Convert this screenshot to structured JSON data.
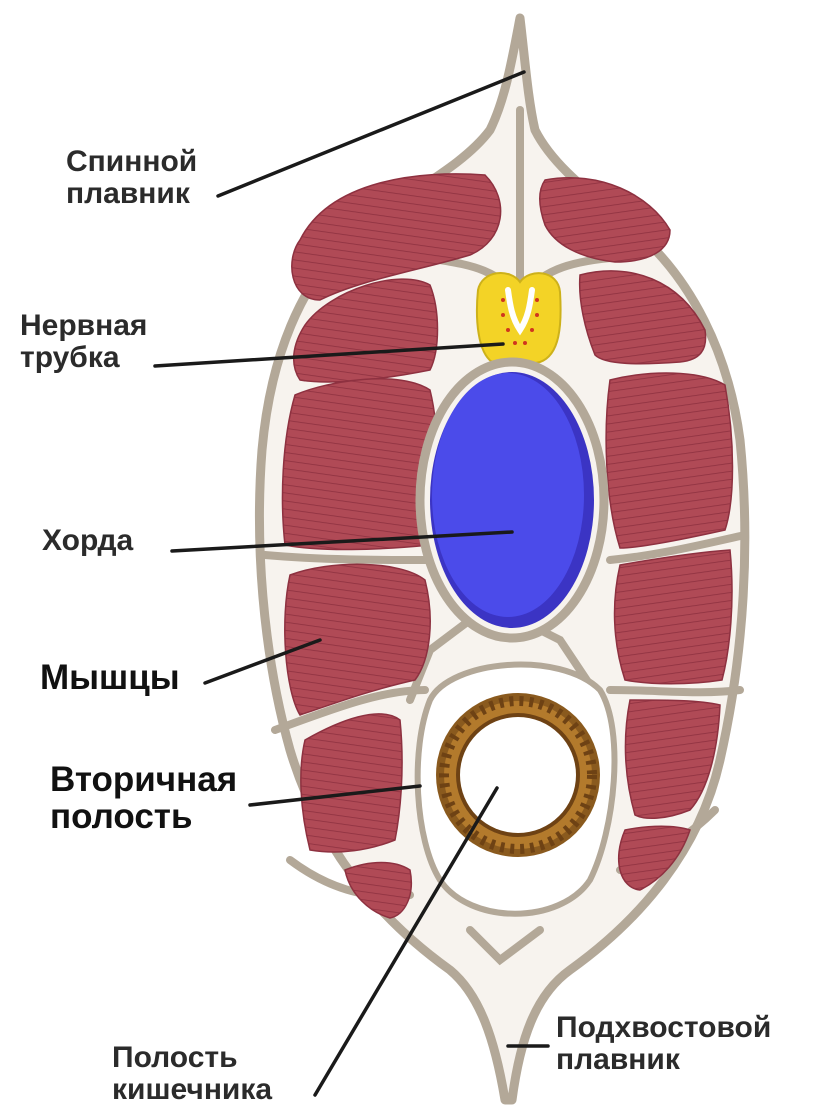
{
  "labels": {
    "dorsal_fin": [
      "Спинной",
      "плавник"
    ],
    "neural_tube": [
      "Нервная",
      "трубка"
    ],
    "notochord": [
      "Хорда"
    ],
    "muscles": [
      "Мышцы"
    ],
    "secondary_cavity": [
      "Вторичная",
      "полость"
    ],
    "gut_cavity": [
      "Полость",
      "кишечника"
    ],
    "subcaudal_fin": [
      "Подхвостовой",
      "плавник"
    ]
  },
  "colors": {
    "outline": "#b3a898",
    "tissue": "#f7f3ee",
    "muscle": "#b04a56",
    "muscle_stripe": "#8e3140",
    "notochord": "#4b4bea",
    "notochord_edge": "#3b34c4",
    "neural_tube": "#f3d326",
    "gut_wall": "#8a5a1e",
    "leader": "#1a1a1a"
  }
}
